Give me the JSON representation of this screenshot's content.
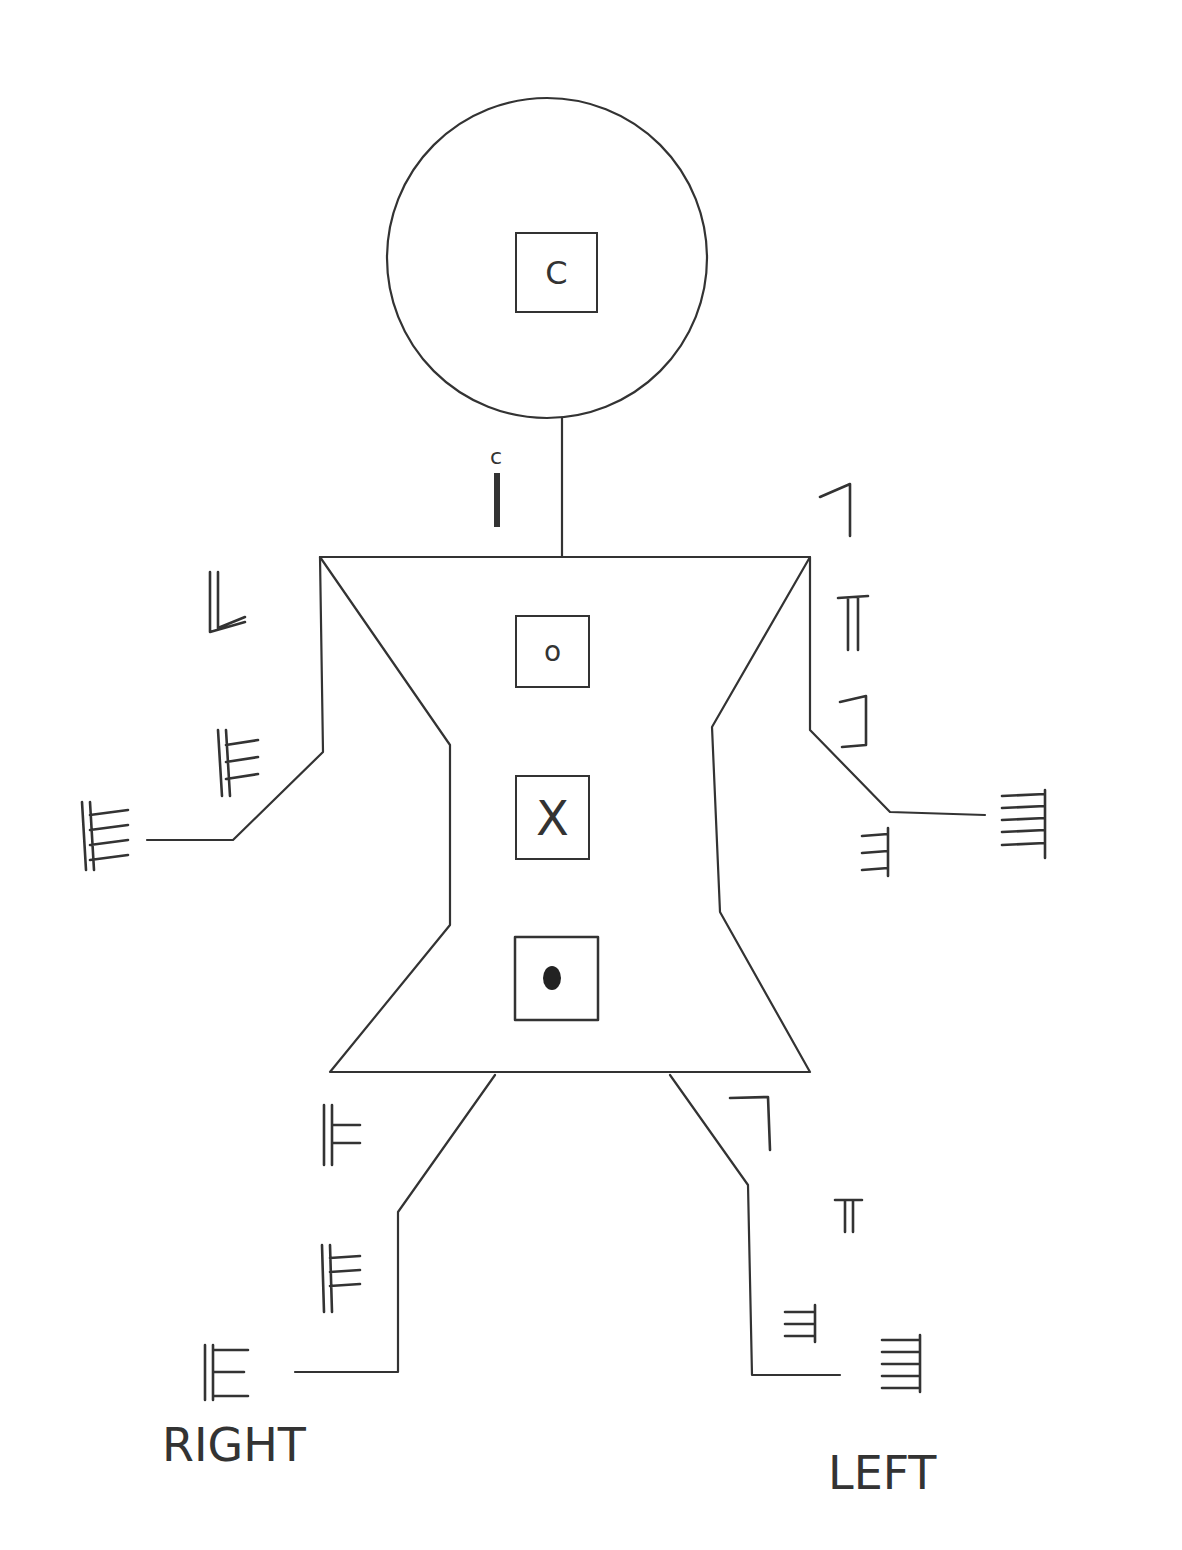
{
  "diagram": {
    "nodes": [
      {
        "text": [
          "C"
        ]
      },
      {
        "text": [
          "o"
        ]
      },
      {
        "text": [
          "X"
        ]
      }
    ],
    "labels": [
      "c",
      "RIGHT",
      "LEFT"
    ]
  }
}
